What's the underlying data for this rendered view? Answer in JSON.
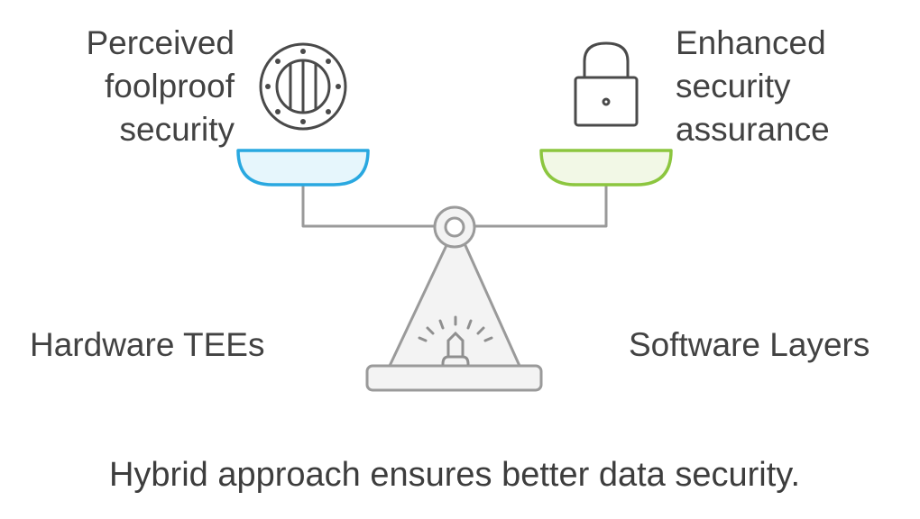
{
  "left": {
    "benefit_lines": [
      "Perceived",
      "foolproof",
      "security"
    ],
    "label": "Hardware TEEs",
    "icon": "vault-door-icon",
    "pan_color": "#29a8e0",
    "pan_fill": "#e6f6fc"
  },
  "right": {
    "benefit_lines": [
      "Enhanced",
      "security",
      "assurance"
    ],
    "label": "Software Layers",
    "icon": "padlock-icon",
    "pan_color": "#8cc63f",
    "pan_fill": "#f2f8e6"
  },
  "caption": "Hybrid approach ensures better data security."
}
